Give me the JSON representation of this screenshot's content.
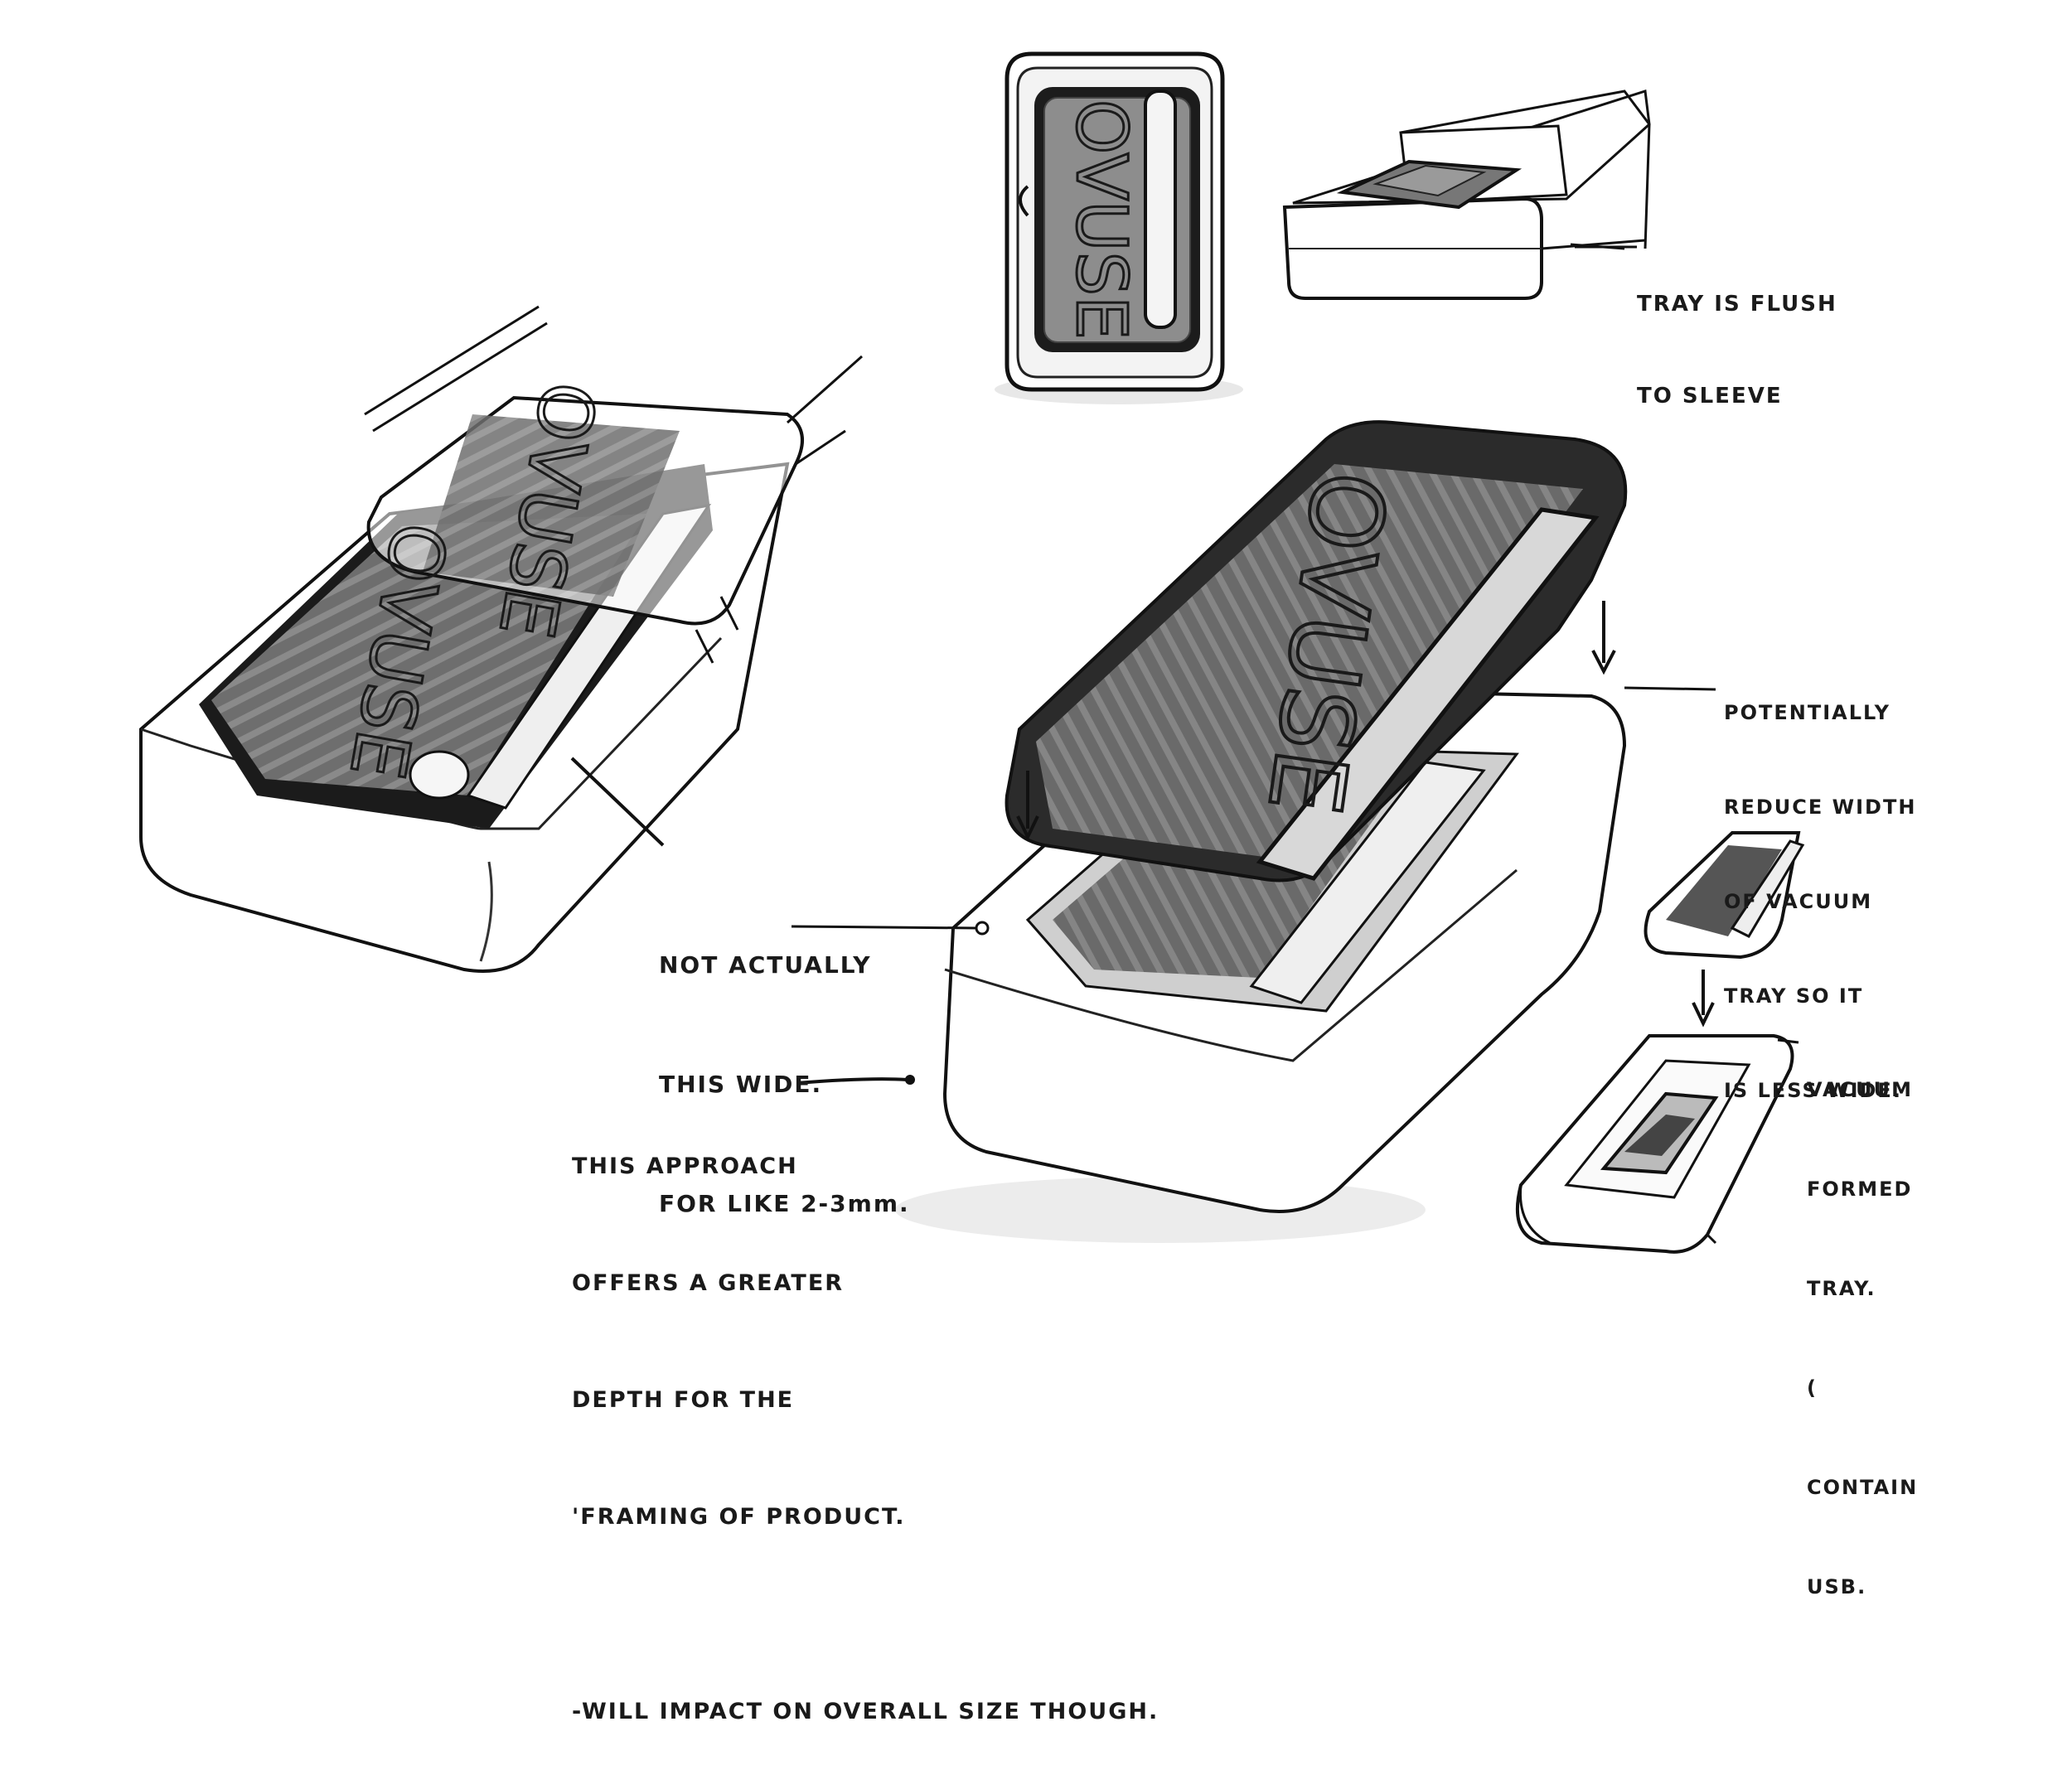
{
  "brand": {
    "logo_text": "OVUSE"
  },
  "colors": {
    "ink": "#111111",
    "marker_dark": "#555555",
    "marker_mid": "#7a7a7a",
    "marker_light": "#bdbdbd",
    "shadow": "#e4e4e4",
    "paper": "#ffffff"
  },
  "annotations": [
    {
      "id": "flush",
      "lines": [
        "TRAY IS FLUSH",
        "TO SLEEVE"
      ]
    },
    {
      "id": "width",
      "lines": [
        "NOT ACTUALLY",
        "THIS WIDE.",
        "FOR LIKE 2-3mm."
      ]
    },
    {
      "id": "approach",
      "lines": [
        "THIS APPROACH",
        "OFFERS A GREATER",
        "DEPTH FOR THE",
        "'FRAMING OF PRODUCT.",
        "",
        "-WILL IMPACT ON OVERALL SIZE THOUGH."
      ]
    },
    {
      "id": "potential",
      "lines": [
        "POTENTIALLY",
        "REDUCE WIDTH",
        "OF VACUUM",
        "TRAY SO IT",
        "IS LESS WIDE."
      ]
    },
    {
      "id": "vacuum",
      "lines": [
        "VACUUM",
        "FORMED",
        "TRAY.",
        "(",
        "CONTAIN",
        "USB."
      ]
    }
  ]
}
